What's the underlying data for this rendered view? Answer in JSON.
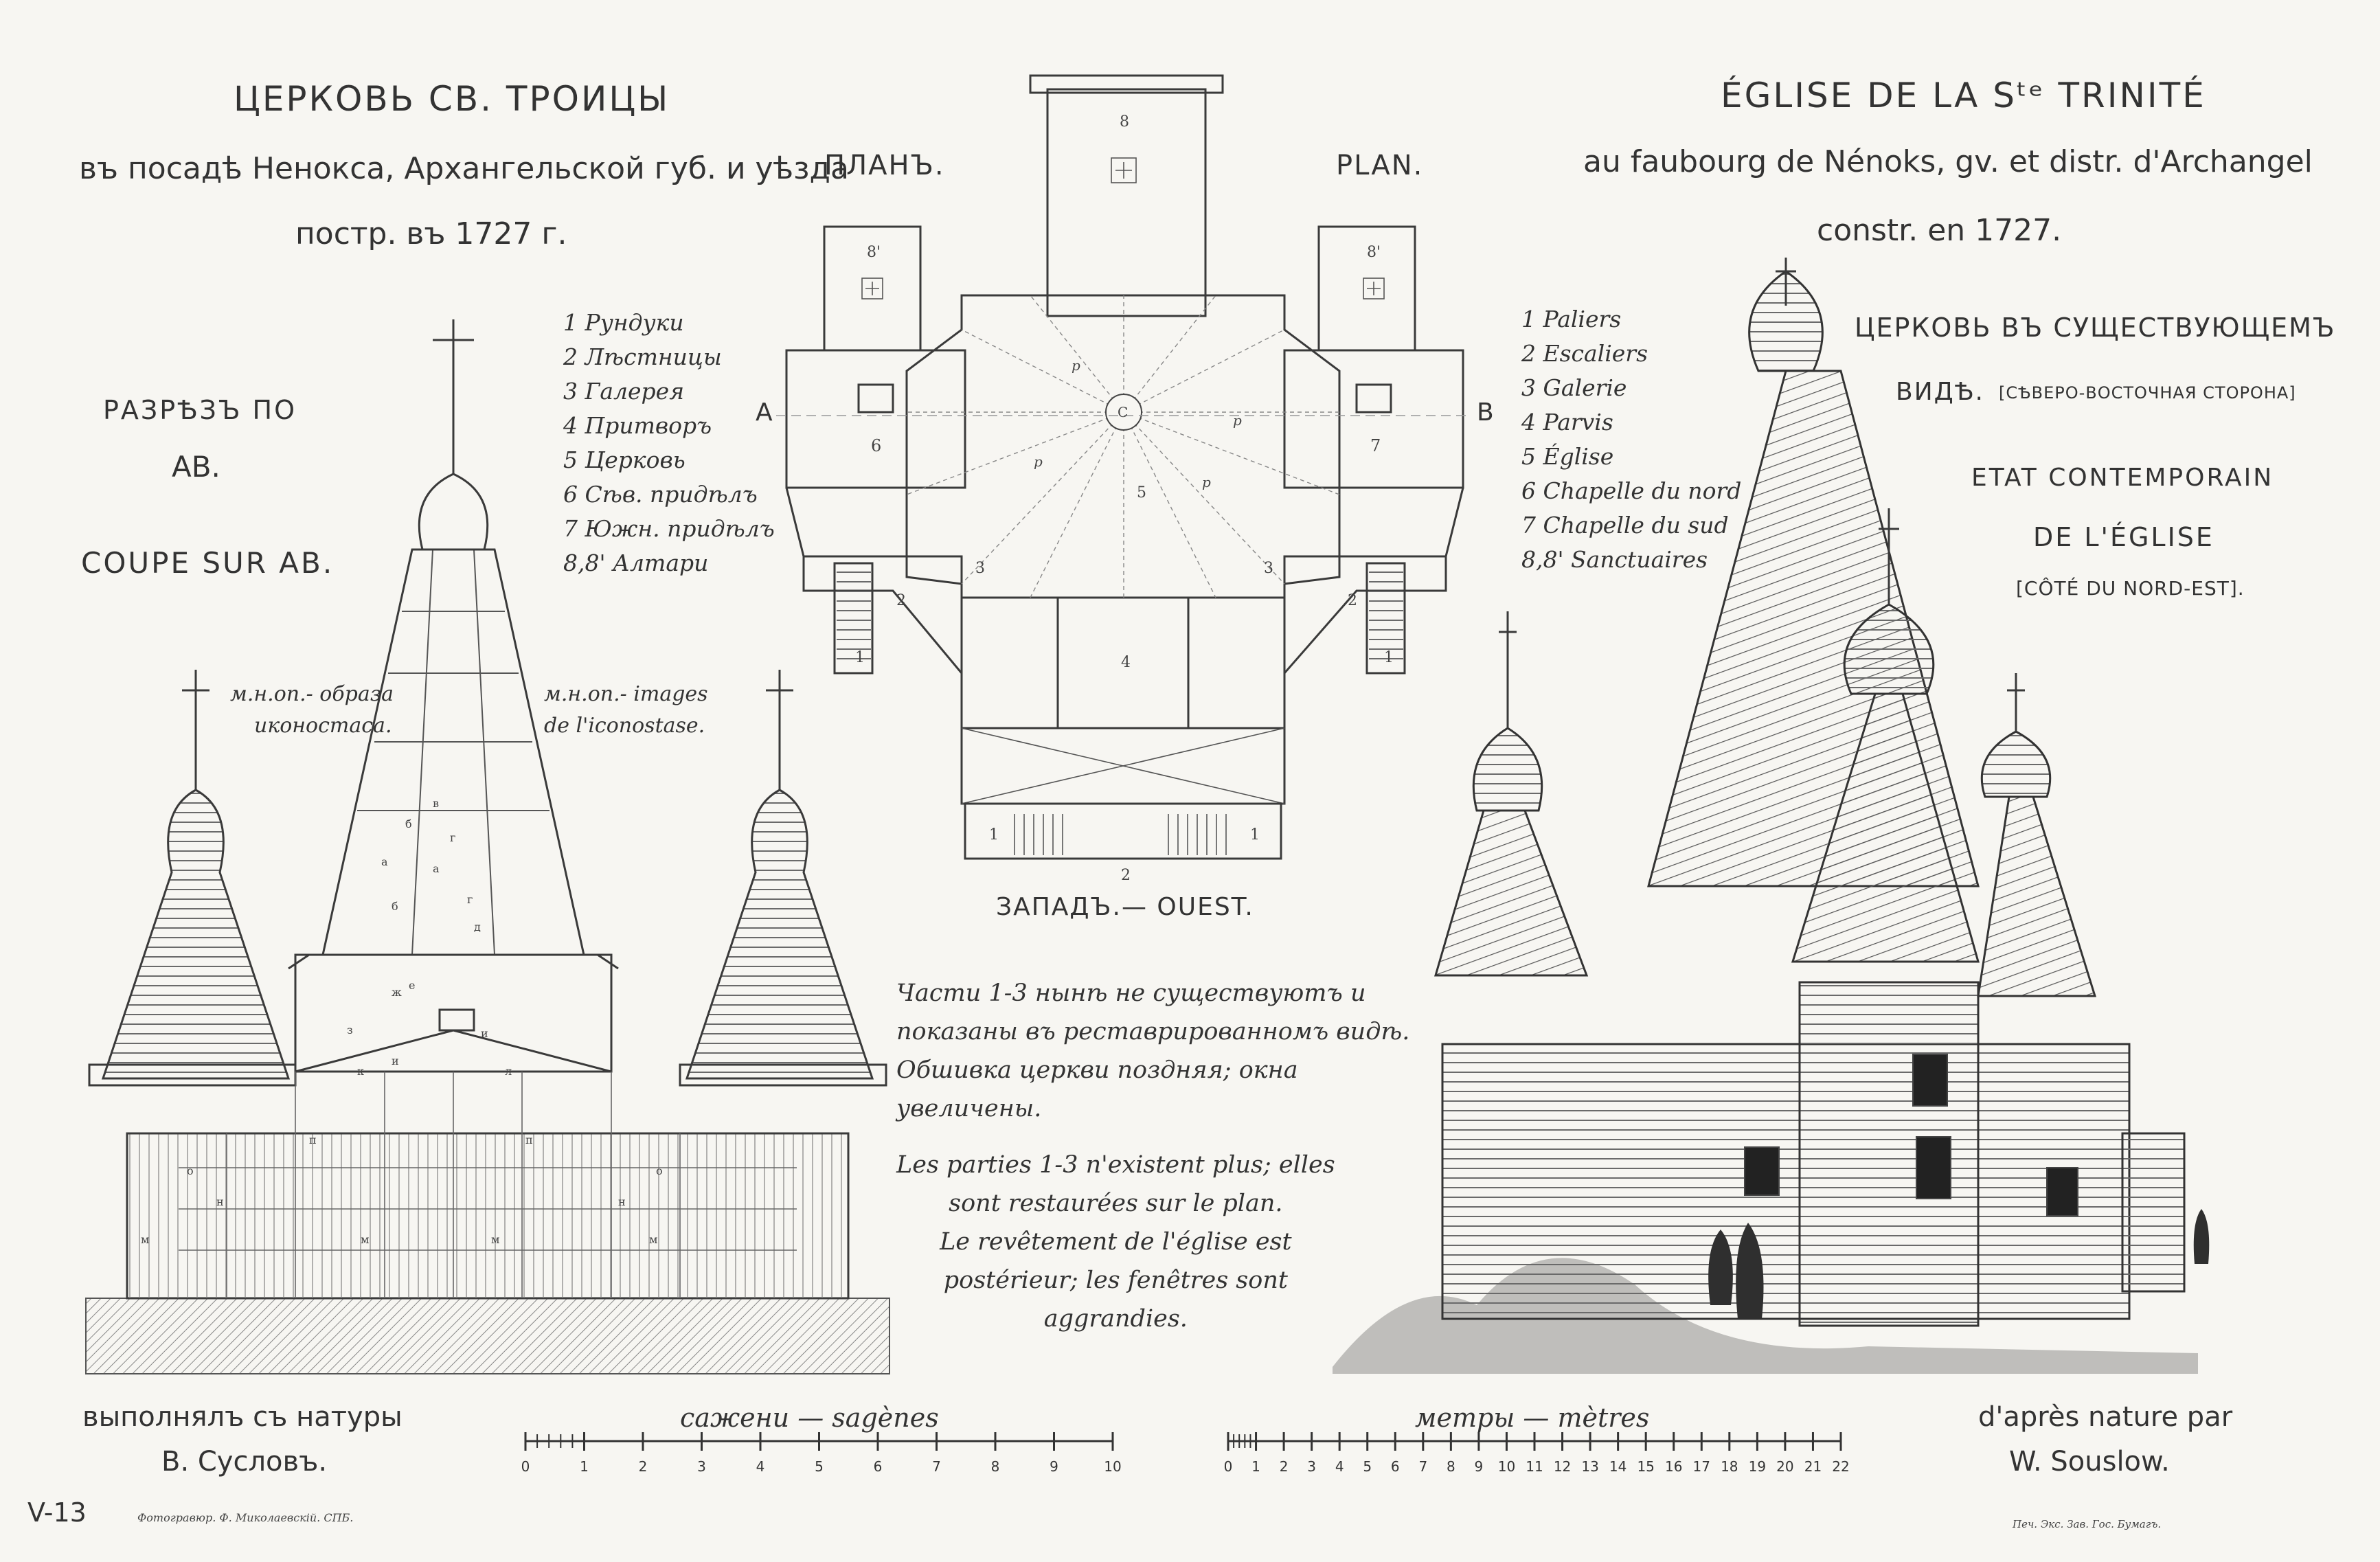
{
  "title_ru": {
    "line1": "ЦЕРКОВЬ СВ. ТРОИЦЫ",
    "line2": "въ посадѣ Ненокса, Архангельской губ. и уѣзда",
    "line3": "постр. въ 1727 г."
  },
  "title_fr": {
    "line1": "ÉGLISE DE LA Sᵗᵉ TRINITÉ",
    "line2": "au faubourg de Nénoks, gv. et distr. d'Archangel",
    "line3": "constr. en 1727."
  },
  "plan": {
    "label_ru": "ПЛАНЪ.",
    "label_fr": "PLAN.",
    "point_a": "A",
    "point_b": "B",
    "west": "ЗАПАДЪ.— OUEST.",
    "center": "C",
    "room_labels": [
      "8",
      "8'",
      "8'",
      "6",
      "7",
      "5",
      "4",
      "3",
      "3",
      "2",
      "2",
      "1",
      "1",
      "1",
      "1",
      "2",
      "p",
      "p",
      "p",
      "p"
    ]
  },
  "legend_ru": [
    "1 Рундуки",
    "2 Лѣстницы",
    "3 Галерея",
    "4 Притворъ",
    "5 Церковь",
    "6 Сѣв. придѣлъ",
    "7 Южн. придѣлъ",
    "8,8' Алтари"
  ],
  "legend_fr": [
    "1 Paliers",
    "2 Escaliers",
    "3 Galerie",
    "4 Parvis",
    "5 Église",
    "6 Chapelle du nord",
    "7 Chapelle du sud",
    "8,8' Sanctuaires"
  ],
  "section": {
    "label_ru": "РАЗРѢЗЪ ПО",
    "label_ru_ab": "AB.",
    "label_fr": "COUPE SUR AB.",
    "note_ru": [
      "м.н.оп.- образа",
      "иконостаса."
    ],
    "note_fr": [
      "м.н.оп.- images",
      "de l'iconostase."
    ],
    "letters": [
      "б",
      "а",
      "а",
      "б",
      "в",
      "г",
      "г",
      "д",
      "е",
      "ж",
      "з",
      "и",
      "и",
      "к",
      "л",
      "п",
      "п",
      "о",
      "о",
      "н",
      "н",
      "м",
      "м",
      "м",
      "м"
    ]
  },
  "view": {
    "title_ru": "ЦЕРКОВЬ ВЪ СУЩЕСТВУЮЩЕМЪ",
    "title_ru2": "ВИДѢ.",
    "side_ru": "[СѢВЕРО-ВОСТОЧНАЯ СТОРОНА]",
    "title_fr": "ETAT CONTEMPORAIN",
    "title_fr2": "DE L'ÉGLISE",
    "side_fr": "[CÔTÉ DU NORD-EST]."
  },
  "notes_ru": [
    "Части 1-3 нынѣ не существуютъ и",
    "показаны въ реставрированномъ видѣ.",
    "Обшивка церкви поздняя; окна",
    "увеличены."
  ],
  "notes_fr": [
    "Les parties 1-3 n'existent plus; elles",
    "sont restaurées sur le plan.",
    "Le revêtement de l'église est",
    "postérieur; les fenêtres sont",
    "aggrandies."
  ],
  "credits": {
    "ru1": "выполнялъ съ натуры",
    "ru2": "В. Сусловъ.",
    "fr1": "d'après nature par",
    "fr2": "W. Souslow."
  },
  "scales": {
    "sazhen_label": "сажени — sagènes",
    "sazhen_ticks": [
      "0",
      "1",
      "2",
      "3",
      "4",
      "5",
      "6",
      "7",
      "8",
      "9",
      "10"
    ],
    "meter_label": "метры — mètres",
    "meter_ticks": [
      "0",
      "1",
      "2",
      "3",
      "4",
      "5",
      "6",
      "7",
      "8",
      "9",
      "10",
      "11",
      "12",
      "13",
      "14",
      "15",
      "16",
      "17",
      "18",
      "19",
      "20",
      "21",
      "22"
    ]
  },
  "footer": {
    "plate": "V-13",
    "photo": "Фотогравюр. Ф. Миколаевскiй. СПБ.",
    "print": "Печ. Экс. Зав. Гос. Бумагъ."
  }
}
